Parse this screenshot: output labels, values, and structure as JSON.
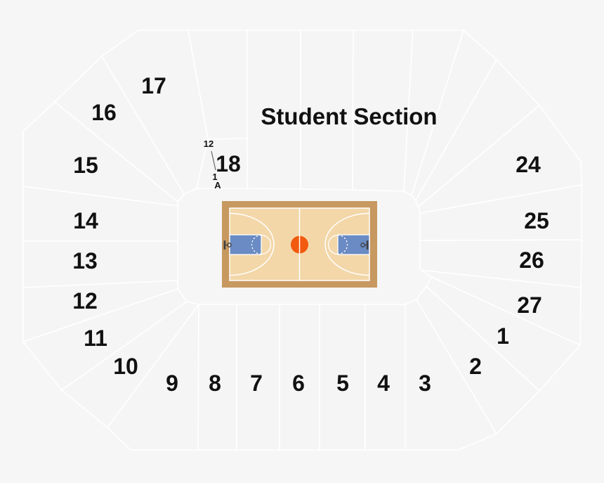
{
  "student_section_label": "Student Section",
  "rows": {
    "top": "12",
    "bottom_number": "1",
    "bottom_letter": "A"
  },
  "sections": [
    "17",
    "16",
    "15",
    "14",
    "13",
    "12",
    "11",
    "10",
    "9",
    "8",
    "7",
    "6",
    "5",
    "4",
    "3",
    "2",
    "1",
    "27",
    "26",
    "25",
    "24",
    "18"
  ],
  "unlabeled_areas": [
    "wedge-17-18",
    "student-area-a",
    "student-area-b",
    "student-area-c",
    "student-area-d",
    "corner-ne-1",
    "corner-ne-2"
  ],
  "colors": {
    "background": "#f6f6f6",
    "section_fill": "#f5f5f5",
    "section_line": "#ffffff",
    "label_ink": "#111111",
    "court_apron": "#c7985f",
    "court_floor": "#f3d7a9",
    "court_paint": "#6a8bc3",
    "court_ball": "#f25a0e",
    "court_hoop": "#3f3f3f"
  }
}
